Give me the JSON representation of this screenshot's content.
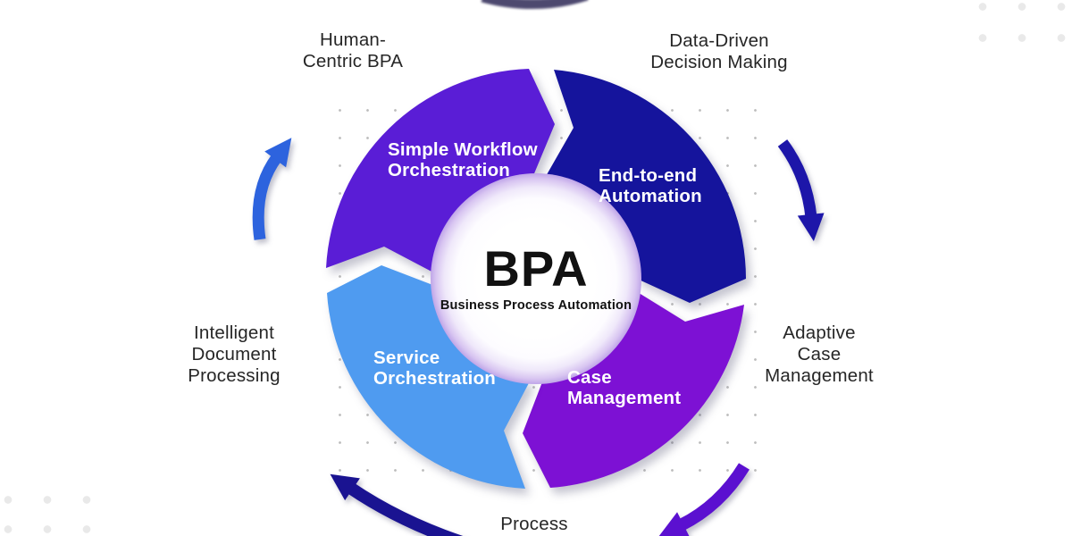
{
  "center": {
    "acronym": "BPA",
    "subtitle": "Business Process Automation"
  },
  "segments": {
    "simple_workflow": {
      "lines": [
        "Simple Workflow",
        "Orchestration"
      ],
      "color": "#5a1dd6"
    },
    "end_to_end": {
      "lines": [
        "End-to-end",
        "Automation"
      ],
      "color": "#15149c"
    },
    "case_management": {
      "lines": [
        "Case",
        "Management"
      ],
      "color": "#7d11d4"
    },
    "service_orchestration": {
      "lines": [
        "Service",
        "Orchestration"
      ],
      "color": "#4f9bf0"
    }
  },
  "outer_labels": {
    "human_centric": {
      "lines": [
        "Human-",
        "Centric BPA"
      ]
    },
    "data_driven": {
      "lines": [
        "Data-Driven",
        "Decision Making"
      ]
    },
    "adaptive_case": {
      "lines": [
        "Adaptive",
        "Case",
        "Management"
      ]
    },
    "intelligent_document": {
      "lines": [
        "Intelligent",
        "Document",
        "Processing"
      ]
    },
    "process": {
      "lines": [
        "Process"
      ]
    }
  },
  "arrows": {
    "left_up": {
      "color": "#2d63de"
    },
    "right_down": {
      "color": "#1d16a9"
    },
    "bottom_left": {
      "color": "#1a1391"
    },
    "bottom_right": {
      "color": "#5b10d0"
    },
    "top_clipped": {
      "color": "#35305c"
    }
  },
  "background": {
    "fine_dot_color": "#bdbdbd",
    "corner_dot_color": "#e9e9e9",
    "center_glow_color": "#c2a9e9"
  }
}
